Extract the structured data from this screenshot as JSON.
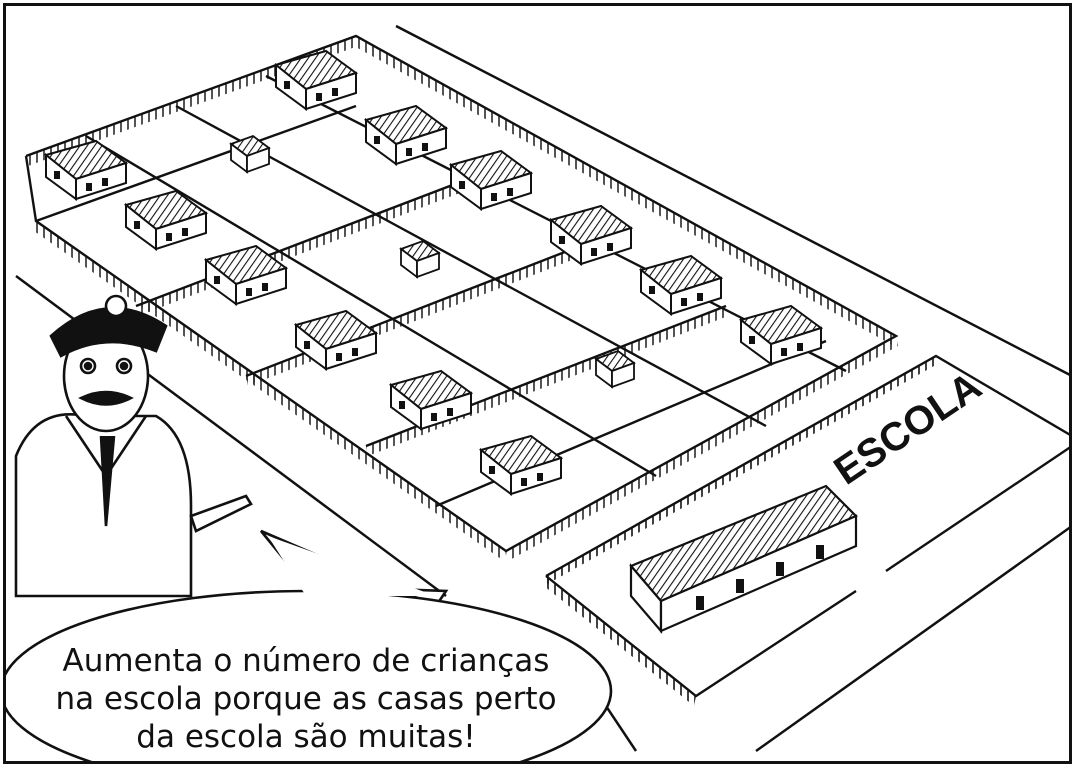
{
  "illustration": {
    "school_sign": "ESCOLA",
    "speech_lines": [
      "Aumenta o número de crianças",
      "na escola porque as casas perto",
      "da escola são muitas!"
    ],
    "colors": {
      "ink": "#111111",
      "paper": "#ffffff"
    }
  }
}
